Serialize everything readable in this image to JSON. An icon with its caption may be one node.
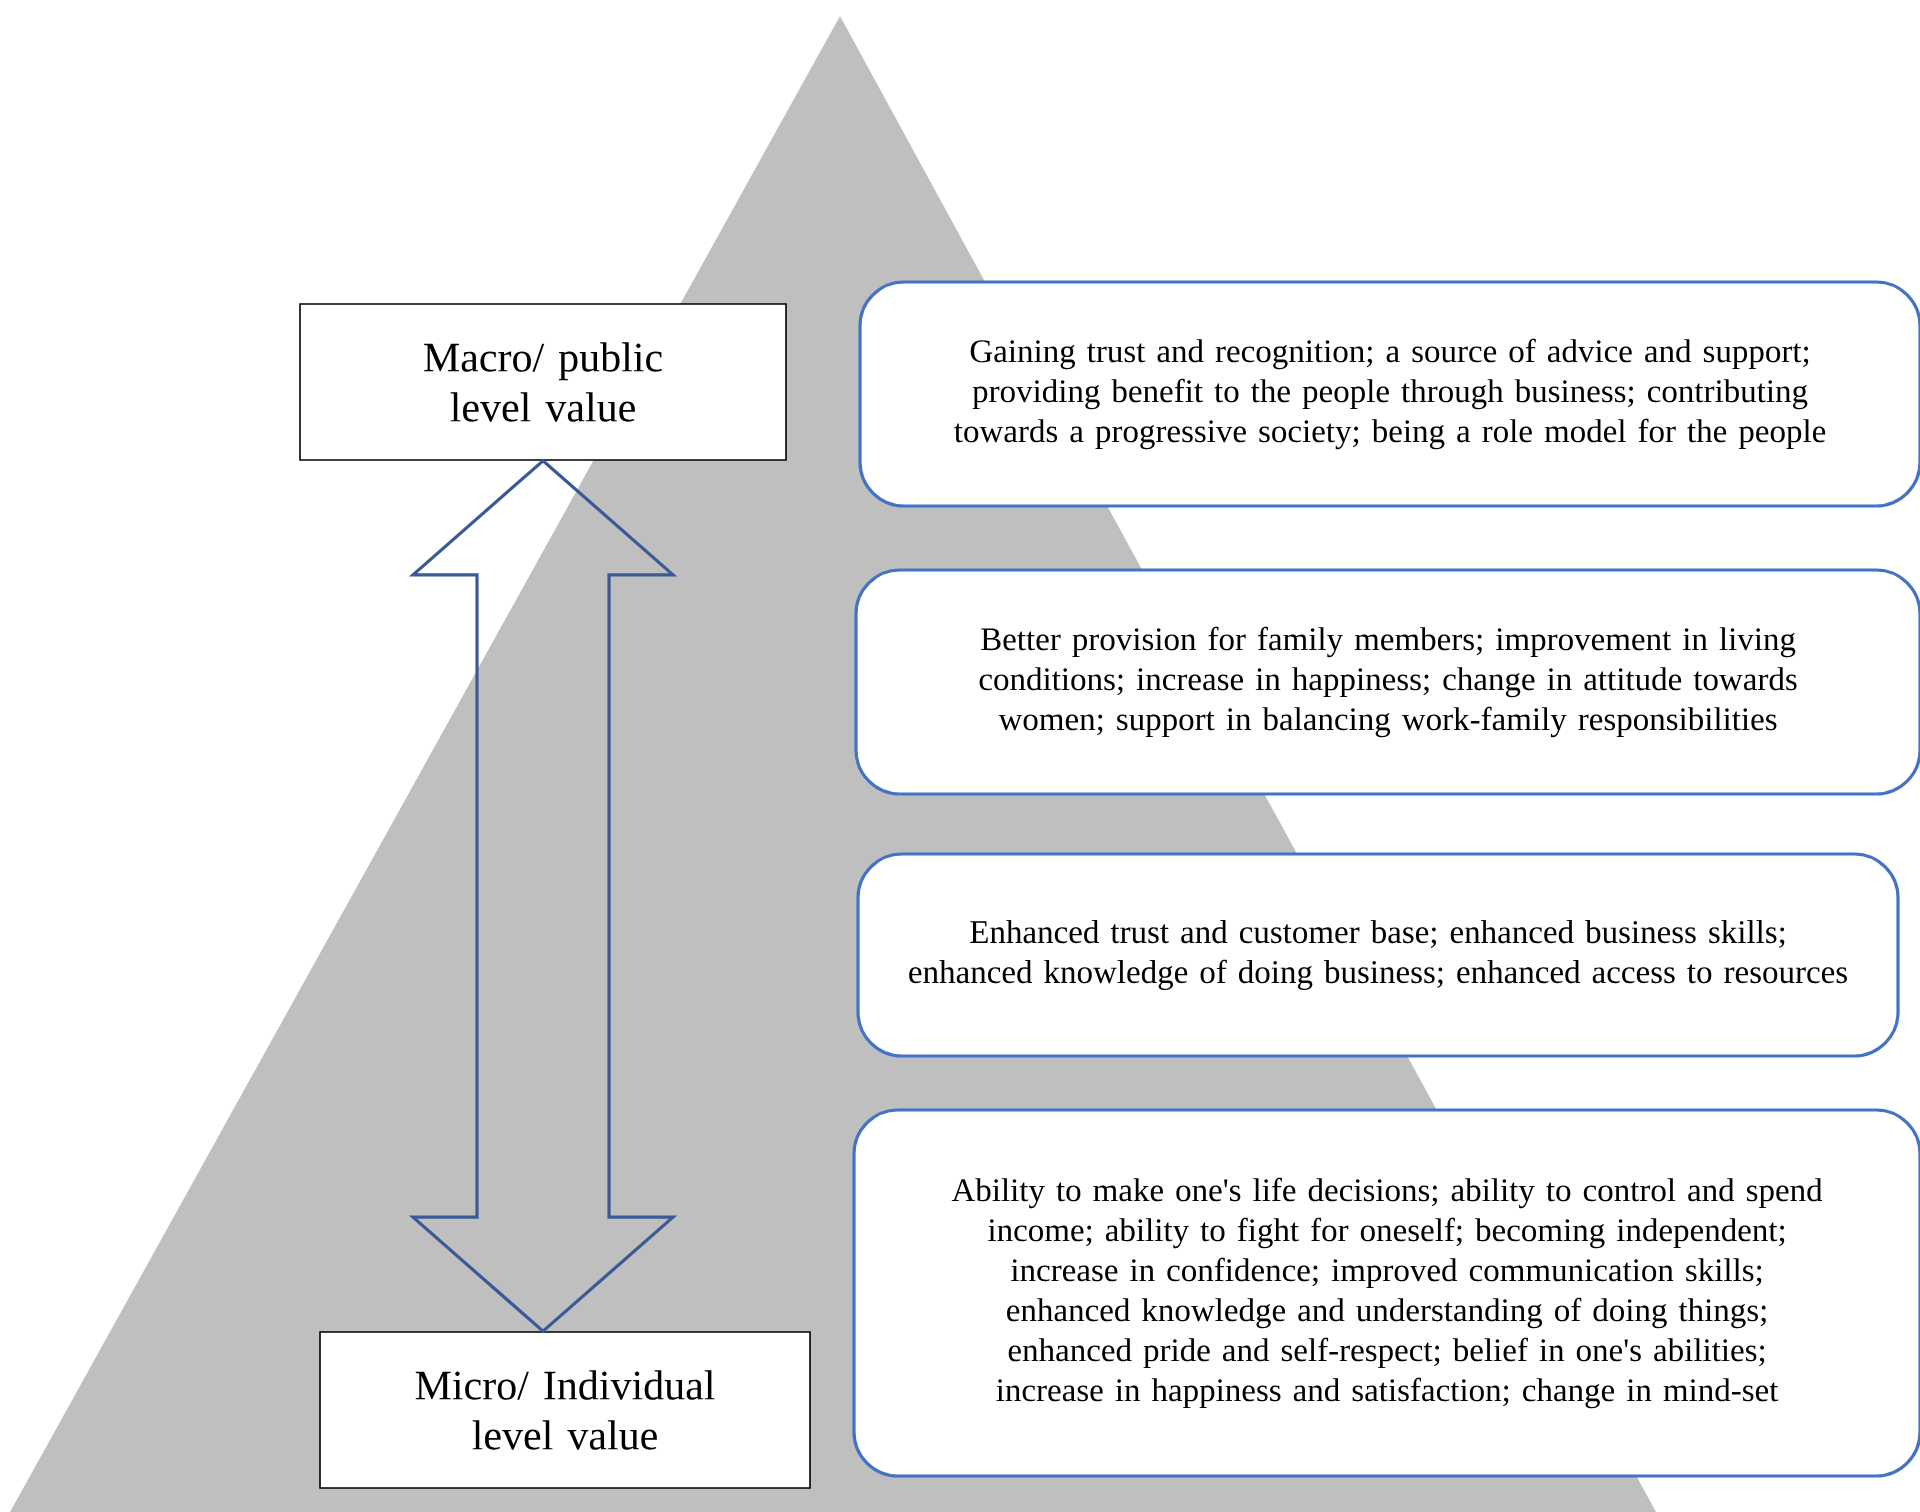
{
  "diagram": {
    "nodes": [
      {
        "text": [
          "Macro/ public level value"
        ]
      },
      {
        "text": [
          "Micro/ Individual level value"
        ]
      },
      {
        "text": [
          "Gaining trust and recognition;  a source of advice and support; providing benefit to the people through business; contributing towards a progressive society; being a role model for the people"
        ]
      },
      {
        "text": [
          "Better provision for family members; improvement in living conditions; increase in happiness; change in attitude towards women;  support in balancing work-family responsibilities"
        ]
      },
      {
        "text": [
          "Enhanced trust and customer base; enhanced business skills; enhanced knowledge of doing business; enhanced access to resources"
        ]
      },
      {
        "text": [
          "Ability to make one's life decisions;  ability to control and spend income; ability to fight for oneself; becoming independent; increase in confidence;  improved communication skills; enhanced knowledge and understanding of doing things; enhanced pride and self-respect; belief in one's abilities; increase in happiness and satisfaction; change in mind-set"
        ]
      }
    ],
    "edges": [
      {
        "from": 0,
        "to": 1,
        "arrow": "both"
      }
    ]
  }
}
